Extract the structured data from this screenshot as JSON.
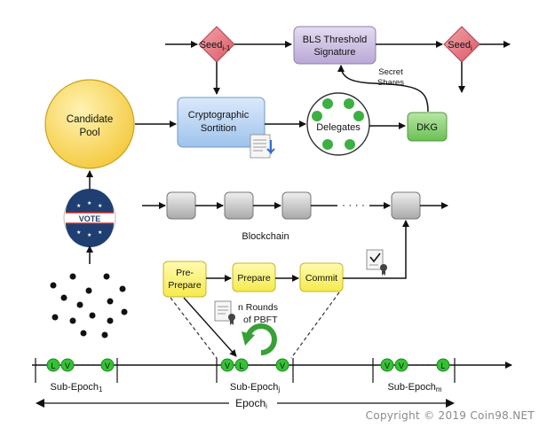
{
  "nodes": {
    "seed_prev": "Seed",
    "seed_prev_sub": "i-1",
    "bls_line1": "BLS Threshold",
    "bls_line2": "Signature",
    "seed_next": "Seed",
    "seed_next_sub": "i",
    "secret_line1": "Secret",
    "secret_line2": "Shares",
    "candidate_line1": "Candidate",
    "candidate_line2": "Pool",
    "crypto_line1": "Cryptographic",
    "crypto_line2": "Sortition",
    "delegates": "Delegates",
    "dkg": "DKG",
    "vote": "VOTE",
    "blockchain": "Blockchain",
    "chain_dots": "· · · ·",
    "preprepare_line1": "Pre-",
    "preprepare_line2": "Prepare",
    "prepare": "Prepare",
    "commit": "Commit",
    "rounds_line1": "n Rounds",
    "rounds_line2": "of PBFT"
  },
  "timeline": {
    "leader": "L",
    "validator": "V",
    "dots": "· · ·",
    "sub_epoch_1": "Sub-Epoch",
    "sub_epoch_1_sub": "1",
    "sub_epoch_j": "Sub-Epoch",
    "sub_epoch_j_sub": "j",
    "sub_epoch_m": "Sub-Epoch",
    "sub_epoch_m_sub": "m",
    "epoch": "Epoch",
    "epoch_sub": "i"
  },
  "footer": {
    "copyright": "Copyright © 2019 Coin98.NET"
  },
  "colors": {
    "seed_diamond": "#e8808a",
    "bls_box": "#cdbfe0",
    "candidate_circle": "#f7d560",
    "crypto_box": "#bcd6f3",
    "delegate_dot": "#3cb043",
    "dkg_box": "#8ed07a",
    "pbft_box": "#fbf57a",
    "block_box": "#c8c8c8",
    "vote_blue": "#1f3f73",
    "vote_red": "#c52b2b",
    "timeline_green": "#34c234",
    "refresh_green": "#38a135"
  }
}
